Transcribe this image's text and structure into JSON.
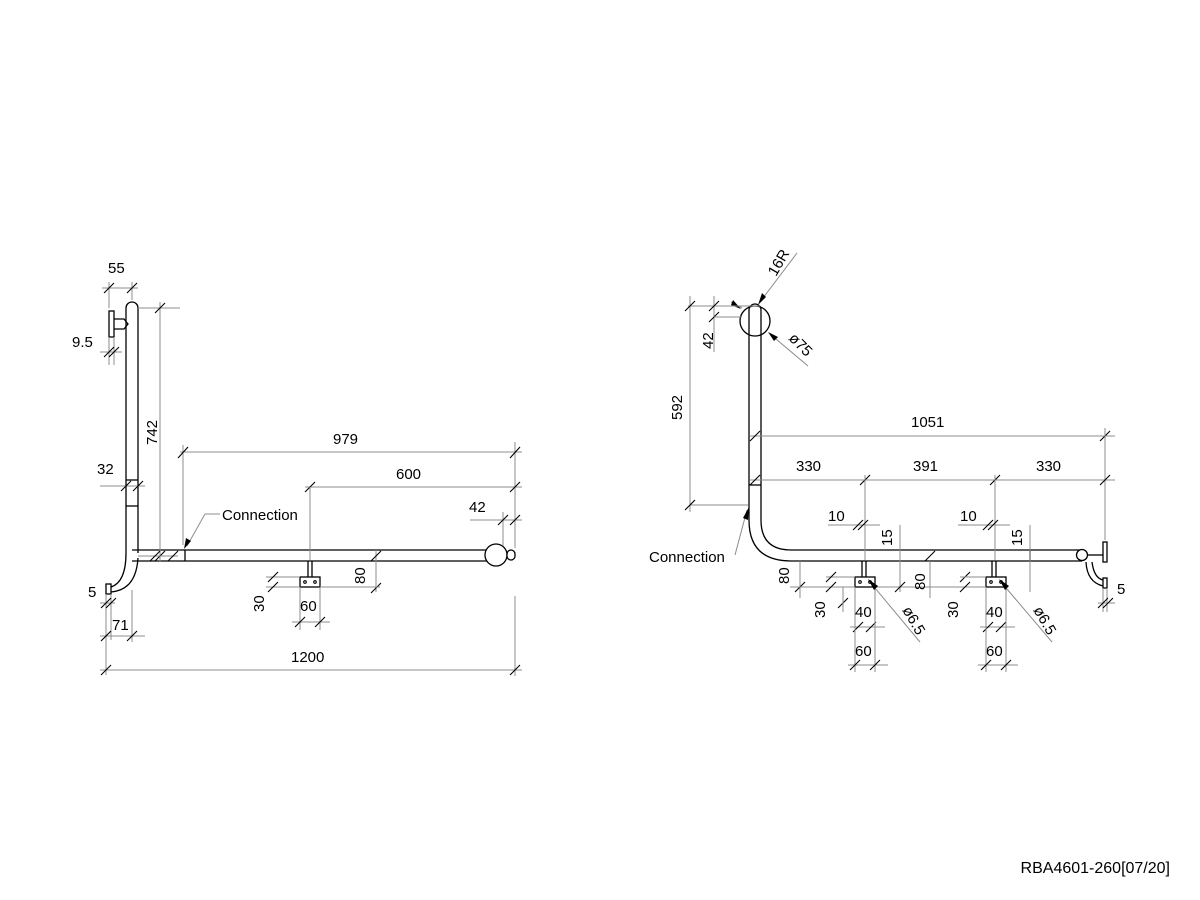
{
  "drawing_left": {
    "dims": {
      "d55": "55",
      "d9_5": "9.5",
      "d742": "742",
      "d32": "32",
      "d979": "979",
      "d600": "600",
      "d42": "42",
      "d80": "80",
      "d30": "30",
      "d60": "60",
      "d5": "5",
      "d71": "71",
      "d1200": "1200"
    },
    "connection_label": "Connection"
  },
  "drawing_right": {
    "dims": {
      "d16r": "16R",
      "d42": "42",
      "d75": "ø75",
      "d592": "592",
      "d1051": "1051",
      "d330a": "330",
      "d391": "391",
      "d330b": "330",
      "d10a": "10",
      "d15a": "15",
      "d10b": "10",
      "d15b": "15",
      "d80a": "80",
      "d30a": "30",
      "d40a": "40",
      "d6_5a": "ø6.5",
      "d80b": "80",
      "d30b": "30",
      "d40b": "40",
      "d6_5b": "ø6.5",
      "d60a": "60",
      "d60b": "60",
      "d5": "5"
    },
    "connection_label": "Connection"
  },
  "footer": {
    "reference_code": "RBA4601-260[07/20]"
  }
}
